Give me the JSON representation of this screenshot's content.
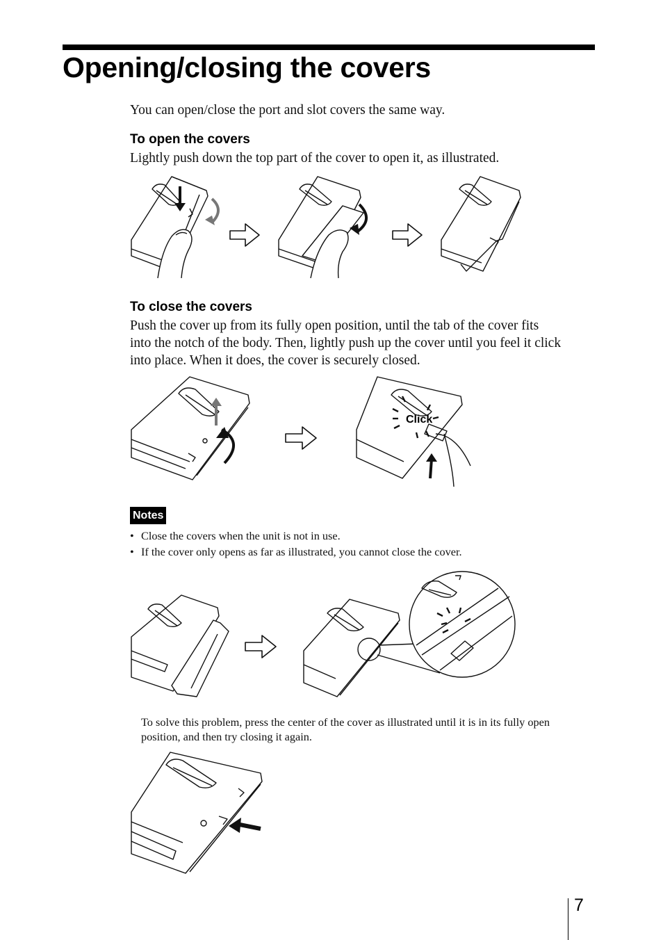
{
  "page": {
    "title": "Opening/closing the covers",
    "intro": "You can open/close the port and slot covers the same way.",
    "open_section": {
      "heading": "To open the covers",
      "body": "Lightly push down the top part of the cover to open it, as illustrated."
    },
    "close_section": {
      "heading": "To close the covers",
      "body_lines": [
        "Push the cover up from its fully open position, until the tab of the cover fits",
        "into the notch of the body. Then, lightly push up the cover until you feel it click",
        "into place. When it does, the cover is securely closed."
      ],
      "click_label": "Click"
    },
    "notes": {
      "badge": "Notes",
      "items": [
        "Close the covers when the unit is not in use.",
        "If the cover only opens as far as illustrated, you cannot close the cover."
      ],
      "solution_lines": [
        "To solve this problem, press the center of the cover as illustrated until it is in its fully open",
        "position, and then try closing it again."
      ]
    },
    "page_number": "7"
  }
}
